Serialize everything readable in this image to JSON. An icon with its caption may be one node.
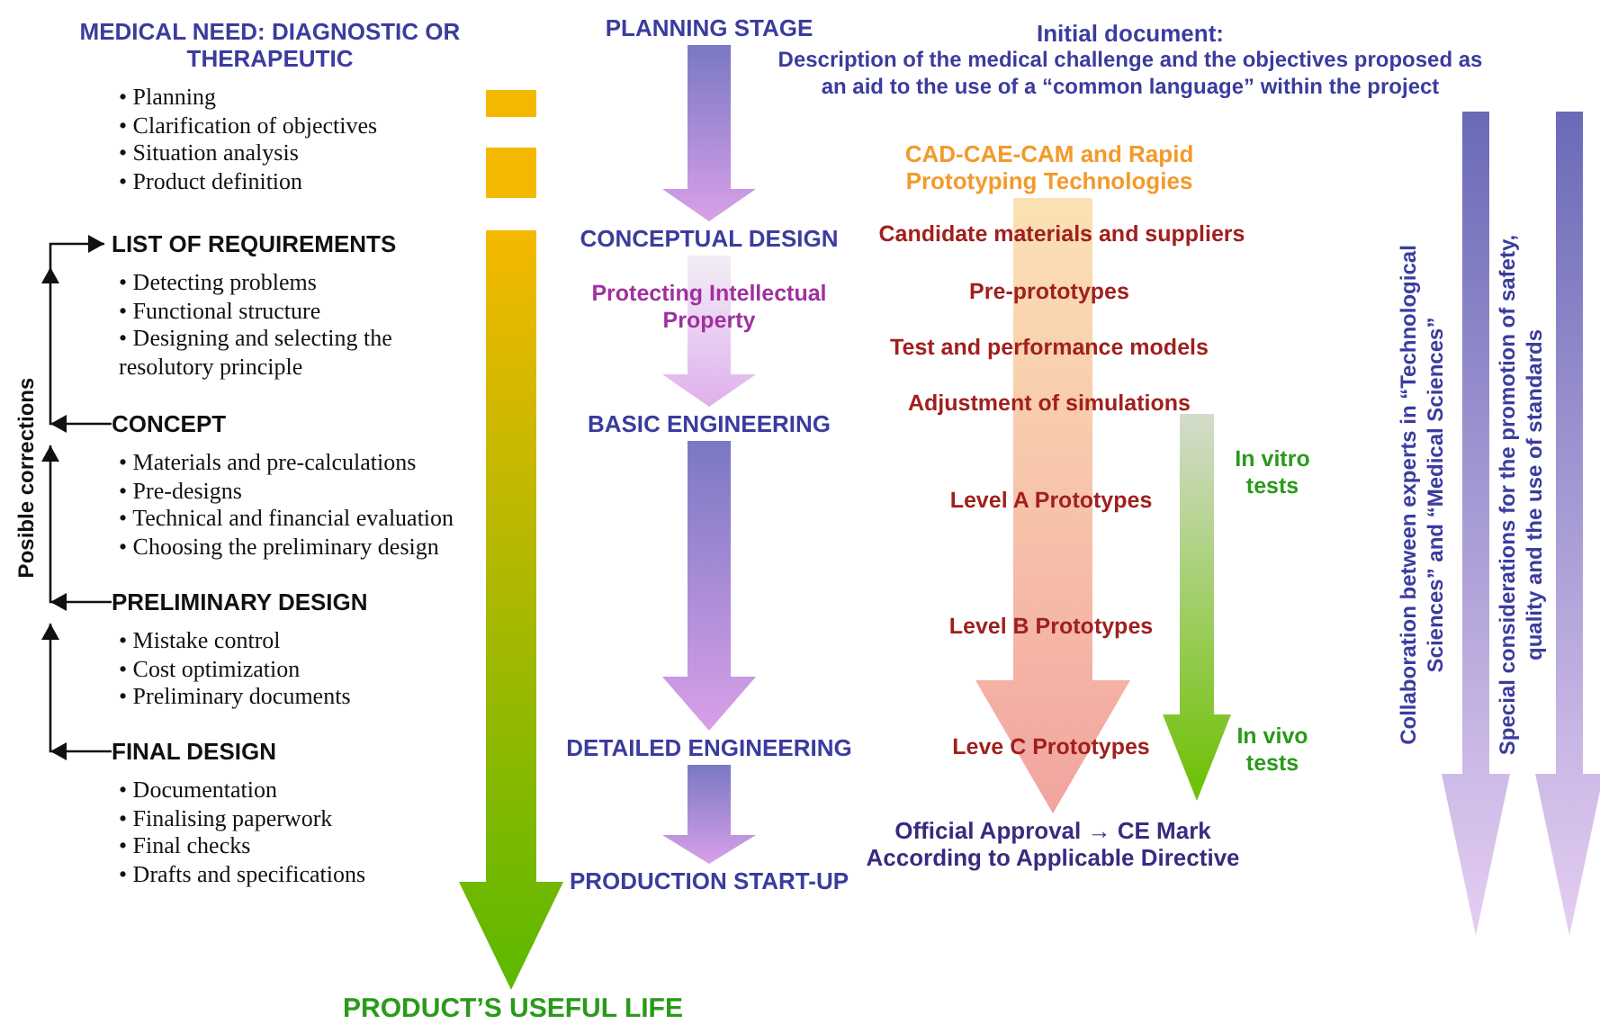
{
  "diagram": {
    "nodes": [
      {
        "text": [
          "MEDICAL NEED: DIAGNOSTIC OR THERAPEUTIC",
          "• Planning",
          "• Clarification of objectives",
          "• Situation analysis",
          "• Product definition"
        ]
      },
      {
        "text": [
          "LIST OF REQUIREMENTS",
          "• Detecting problems",
          "• Functional structure",
          "• Designing and selecting the resolutory principle"
        ]
      },
      {
        "text": [
          "CONCEPT",
          "• Materials and pre-calculations",
          "• Pre-designs",
          "• Technical and financial evaluation",
          "• Choosing the preliminary design"
        ]
      },
      {
        "text": [
          "PRELIMINARY DESIGN",
          "• Mistake control",
          "• Cost optimization",
          "• Preliminary documents"
        ]
      },
      {
        "text": [
          "FINAL DESIGN",
          "• Documentation",
          "• Finalising paperwork",
          "• Final checks",
          "• Drafts and specifications"
        ]
      },
      {
        "text": [
          "PLANNING STAGE"
        ]
      },
      {
        "text": [
          "CONCEPTUAL DESIGN"
        ]
      },
      {
        "text": [
          "BASIC ENGINEERING"
        ]
      },
      {
        "text": [
          "DETAILED ENGINEERING"
        ]
      },
      {
        "text": [
          "PRODUCTION START-UP"
        ]
      },
      {
        "text": [
          "PRODUCT’S USEFUL LIFE"
        ]
      },
      {
        "text": [
          "Initial document:",
          "Description of the medical challenge and the objectives proposed as an aid to the use of a “common language” within the project"
        ]
      },
      {
        "text": [
          "CAD-CAE-CAM and Rapid Prototyping Technologies"
        ]
      },
      {
        "text": [
          "Official Approval → CE Mark According to Applicable Directive"
        ]
      }
    ],
    "edges": [
      {
        "from": 4,
        "to": 3,
        "arrow": "to"
      },
      {
        "from": 3,
        "to": 2,
        "arrow": "to"
      },
      {
        "from": 2,
        "to": 1,
        "arrow": "to"
      },
      {
        "from": 5,
        "to": 6,
        "arrow": "to",
        "style": "thick",
        "color": "#d8a0e8"
      },
      {
        "from": 6,
        "to": 7,
        "arrow": "to",
        "label": "Protecting Intellectual Property",
        "style": "thick",
        "color": "#e0b0ec"
      },
      {
        "from": 7,
        "to": 8,
        "arrow": "to",
        "style": "thick",
        "color": "#d8a0e8"
      },
      {
        "from": 8,
        "to": 9,
        "arrow": "to",
        "style": "thick",
        "color": "#d8a0e8"
      },
      {
        "from": null,
        "to": 10,
        "arrow": "to",
        "style": "thick",
        "color": "#5cb800"
      },
      {
        "from": 12,
        "to": 13,
        "arrow": "to",
        "style": "thick",
        "color": "#f2a4a0"
      }
    ],
    "labels": [
      "Posible corrections",
      "Candidate materials and suppliers",
      "Pre-prototypes",
      "Test and performance models",
      "Adjustment of simulations",
      "In vitro tests",
      "Level A Prototypes",
      "Level B Prototypes",
      "Leve C Prototypes",
      "In vivo tests",
      "Collaboration between experts in “Technological Sciences” and “Medical Sciences”",
      "Special considerations for the promotion of safety, quality and the use of standards"
    ]
  }
}
